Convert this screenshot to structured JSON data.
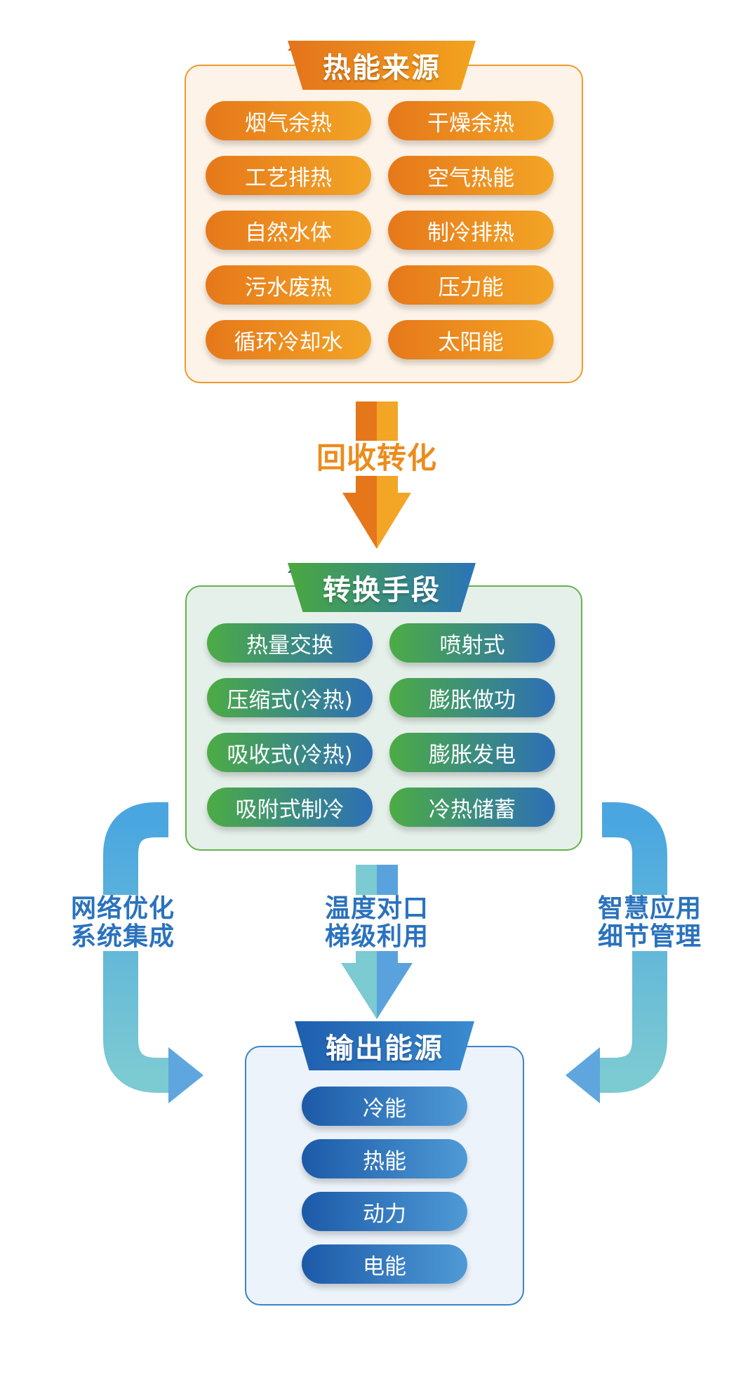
{
  "heat_sources": {
    "title": "热能来源",
    "items": [
      "烟气余热",
      "干燥余热",
      "工艺排热",
      "空气热能",
      "自然水体",
      "制冷排热",
      "污水废热",
      "压力能",
      "循环冷却水",
      "太阳能"
    ]
  },
  "flow_recover": {
    "label": "回收转化"
  },
  "conversion": {
    "title": "转换手段",
    "items": [
      "热量交换",
      "喷射式",
      "压缩式(冷热)",
      "膨胀做功",
      "吸收式(冷热)",
      "膨胀发电",
      "吸附式制冷",
      "冷热储蓄"
    ]
  },
  "flow_left": {
    "line1": "网络优化",
    "line2": "系统集成"
  },
  "flow_center": {
    "line1": "温度对口",
    "line2": "梯级利用"
  },
  "flow_right": {
    "line1": "智慧应用",
    "line2": "细节管理"
  },
  "output": {
    "title": "输出能源",
    "items": [
      "冷能",
      "热能",
      "动力",
      "电能"
    ]
  },
  "colors": {
    "orange": "#ec8c1d",
    "green": "#4aa83e",
    "blue": "#2a72bd",
    "teal": "#7cc8d0"
  }
}
